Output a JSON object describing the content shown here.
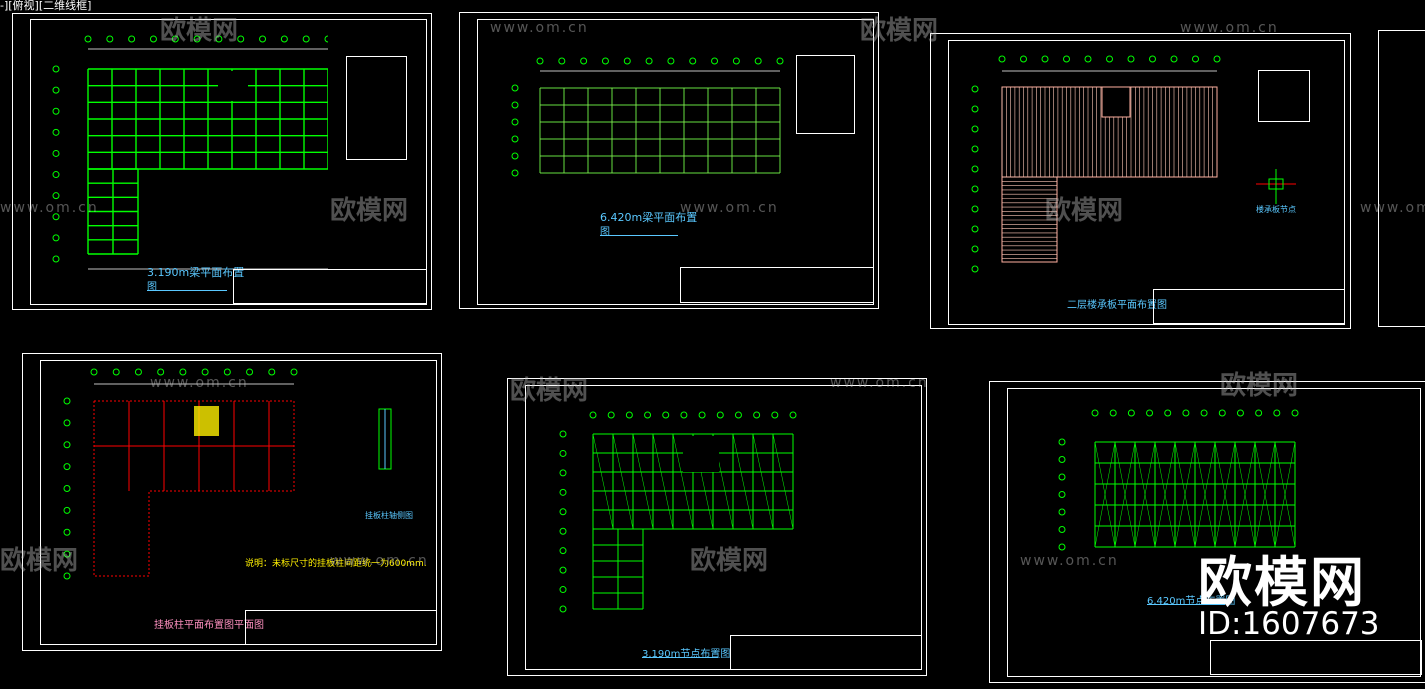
{
  "viewport_label": "-][俯视][二维线框]",
  "sheets": [
    {
      "title": "3.190m梁平面布置",
      "title2": "图"
    },
    {
      "title": "6.420m梁平面布置",
      "title2": "图"
    },
    {
      "title": "二层楼承板平面布置图",
      "detail": "楼承板节点"
    },
    {
      "title": "挂板柱平面布置图平面图",
      "detail": "挂板柱轴侧图",
      "note": "说明：未标尺寸的挂板柱间距统一为600mm."
    },
    {
      "title": "3.190m节点布置图"
    },
    {
      "title": "6.420m节点布置图"
    }
  ],
  "watermark": {
    "brand": "欧模网",
    "url": "www.om.cn"
  },
  "overlay": {
    "brand": "欧模网",
    "id": "ID:1607673"
  },
  "colors": {
    "green": "#00ff00",
    "red": "#ff0000",
    "cyan": "#5ac8ff",
    "yellow": "#fff000",
    "salmon": "#ffb0a0"
  }
}
